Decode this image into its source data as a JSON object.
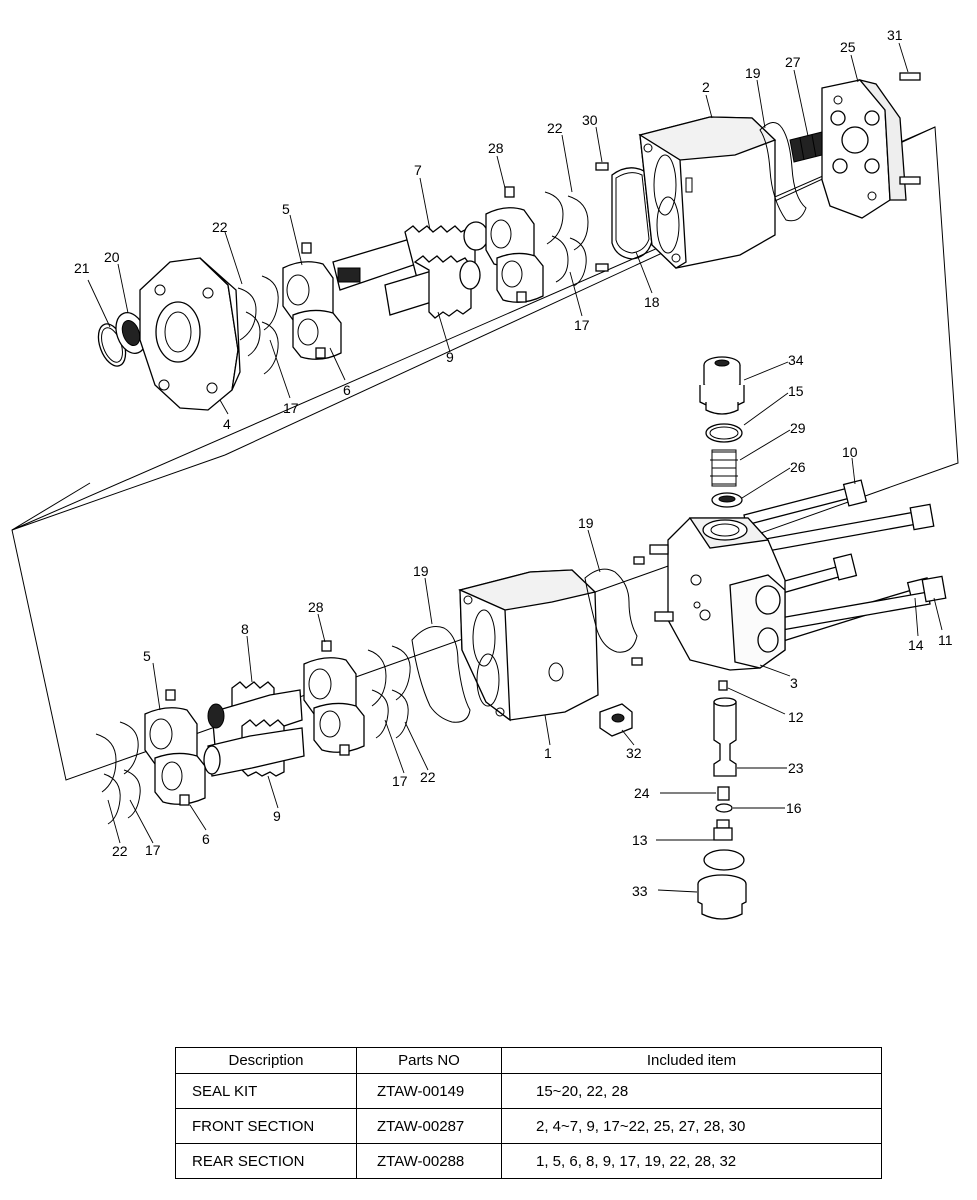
{
  "callouts": {
    "n1": "1",
    "n2": "2",
    "n3": "3",
    "n4": "4",
    "n5a": "5",
    "n5b": "5",
    "n6a": "6",
    "n6b": "6",
    "n7": "7",
    "n8": "8",
    "n9a": "9",
    "n9b": "9",
    "n10": "10",
    "n11": "11",
    "n12": "12",
    "n13": "13",
    "n14": "14",
    "n15": "15",
    "n16": "16",
    "n17a": "17",
    "n17b": "17",
    "n17c": "17",
    "n18": "18",
    "n19a": "19",
    "n19b": "19",
    "n19c": "19",
    "n20": "20",
    "n21": "21",
    "n22a": "22",
    "n22b": "22",
    "n22c": "22",
    "n22d": "22",
    "n23": "23",
    "n24": "24",
    "n25": "25",
    "n26": "26",
    "n27": "27",
    "n28a": "28",
    "n28b": "28",
    "n29": "29",
    "n30": "30",
    "n31": "31",
    "n32": "32",
    "n33": "33",
    "n34": "34"
  },
  "kit_table": {
    "headers": [
      "Description",
      "Parts NO",
      "Included item"
    ],
    "rows": [
      {
        "description": "SEAL KIT",
        "part_no": "ZTAW-00149",
        "included": "15~20, 22, 28"
      },
      {
        "description": "FRONT SECTION",
        "part_no": "ZTAW-00287",
        "included": "2, 4~7, 9, 17~22, 25, 27, 28, 30"
      },
      {
        "description": "REAR SECTION",
        "part_no": "ZTAW-00288",
        "included": "1, 5, 6, 8, 9, 17, 19, 22, 28, 32"
      }
    ]
  }
}
